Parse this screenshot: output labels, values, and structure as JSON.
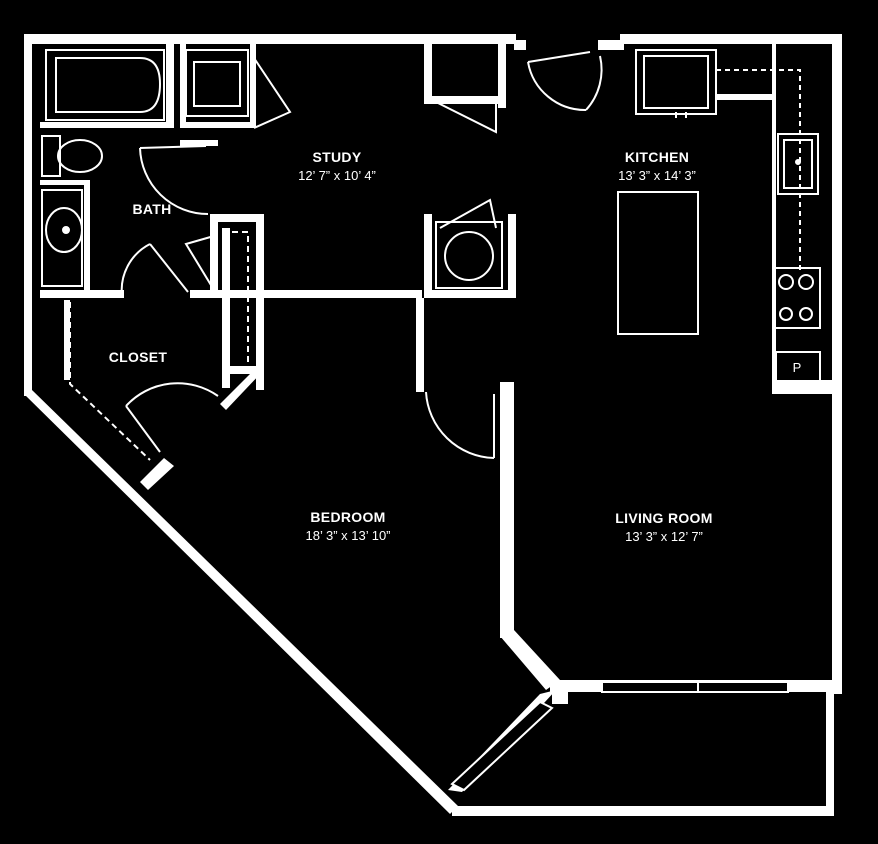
{
  "colors": {
    "background": "#000000",
    "walls": "#ffffff"
  },
  "rooms": {
    "study": {
      "name": "STUDY",
      "dims": "12’ 7” x 10’ 4”"
    },
    "kitchen": {
      "name": "KITCHEN",
      "dims": "13’ 3” x 14’ 3”"
    },
    "bath": {
      "name": "BATH"
    },
    "closet": {
      "name": "CLOSET"
    },
    "bedroom": {
      "name": "BEDROOM",
      "dims": "18’ 3” x 13’ 10”"
    },
    "living": {
      "name": "LIVING ROOM",
      "dims": "13’ 3” x 12’ 7”"
    }
  },
  "fixtures": {
    "pantry_label": "P"
  }
}
